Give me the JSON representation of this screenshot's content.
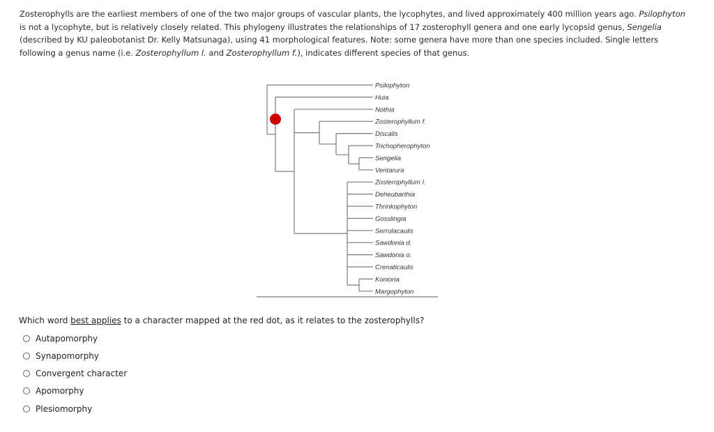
{
  "intro": {
    "p1": "Zosterophylls are the earliest members of one of the two major groups of vascular plants, the lycophytes, and lived approximately 400 million years ago. ",
    "psilophyton": "Psilophyton",
    "p2": " is not a lycophyte, but is relatively closely related. This phylogeny illustrates the relationships of 17 zosterophyll genera and one early lycopsid genus, ",
    "sengelia": "Sengelia",
    "p3": " (described by KU paleobotanist Dr. Kelly Matsunaga), using 41 morphological features. Note: some genera have more than one species included. Single letters following a genus name (i.e. ",
    "zost_l": "Zosterophyllum l.",
    "p4": " and ",
    "zost_f": "Zosterophyllum f.",
    "p5": "), indicates different species of that genus."
  },
  "tree": {
    "taxa": [
      "Psilophyton",
      "Huia",
      "Nothia",
      "Zosterophyllum f.",
      "Discalis",
      "Trichopherophyton",
      "Sengelia",
      "Ventarura",
      "Zosterophyllum l.",
      "Deheubarthia",
      "Thrinkophyton",
      "Gosslingia",
      "Serrulacaulis",
      "Sawdonia d.",
      "Sawdonia o.",
      "Crenaticaulis",
      "Konioria",
      "Margophyton"
    ],
    "dot_color": "#cc0000"
  },
  "question": {
    "pre": "Which word ",
    "underlined": "best applies",
    "post": " to a character mapped at the red dot, as it relates to the zosterophylls?"
  },
  "options": [
    "Autapomorphy",
    "Synapomorphy",
    "Convergent character",
    "Apomorphy",
    "Plesiomorphy"
  ]
}
